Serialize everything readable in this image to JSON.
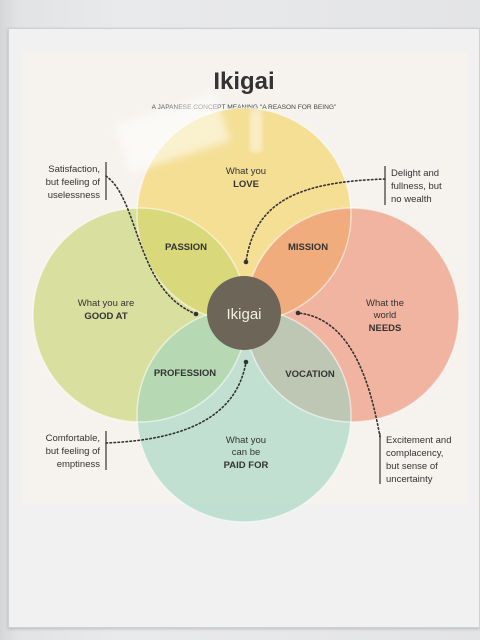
{
  "poster": {
    "title": "Ikigai",
    "subtitle": "A JAPANESE CONCEPT MEANING \"A REASON FOR BEING\"",
    "center": "Ikigai",
    "circles": {
      "love": {
        "line1": "What you",
        "line2": "LOVE",
        "color": "#f2d25e"
      },
      "good_at": {
        "line1": "What you are",
        "line2": "GOOD AT",
        "color": "#c6d46a"
      },
      "needs": {
        "line1": "What the",
        "line2": "world",
        "line3": "NEEDS",
        "color": "#ec8a6c"
      },
      "paid_for": {
        "line1": "What you",
        "line2": "can be",
        "line3": "PAID FOR",
        "color": "#9fd3bf"
      }
    },
    "overlaps": {
      "passion": "PASSION",
      "mission": "MISSION",
      "profession": "PROFESSION",
      "vocation": "VOCATION"
    },
    "notes": {
      "top_left": [
        "Satisfaction,",
        "but feeling of",
        "uselessness"
      ],
      "top_right": [
        "Delight and",
        "fullness, but",
        "no wealth"
      ],
      "bottom_left": [
        "Comfortable,",
        "but feeling of",
        "emptiness"
      ],
      "bottom_right": [
        "Excitement and",
        "complacency,",
        "but sense of",
        "uncertainty"
      ]
    }
  }
}
